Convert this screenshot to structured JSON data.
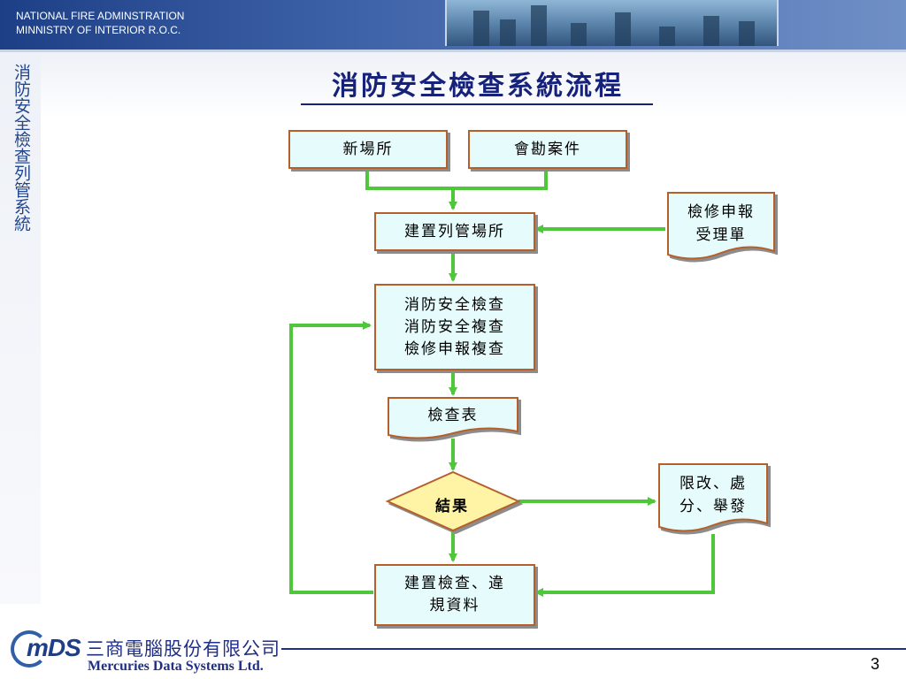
{
  "header": {
    "org_line1": "NATIONAL FIRE ADMINSTRATION",
    "org_line2": "MINNISTRY OF INTERIOR R.O.C."
  },
  "sidebar": {
    "label": "消防安全檢查列管系統"
  },
  "title": "消防安全檢查系統流程",
  "diagram": {
    "new_site": "新場所",
    "joint_inspection": "會勘案件",
    "establish_site": "建置列管場所",
    "repair_report": {
      "line1": "檢修申報",
      "line2": "受理單"
    },
    "inspection": {
      "line1": "消防安全檢查",
      "line2": "消防安全複查",
      "line3": "檢修申報複查"
    },
    "checklist": "檢查表",
    "result": "結果",
    "penalty": {
      "line1": "限改、處",
      "line2": "分、舉發"
    },
    "records": {
      "line1": "建置檢查、違",
      "line2": "規資料"
    }
  },
  "colors": {
    "arrow": "#4ec83a",
    "box_fill": "#e6fbfb",
    "box_border": "#b5602a",
    "diamond_fill": "#fff3a6",
    "title": "#15217a"
  },
  "footer": {
    "logo_text": "mDS",
    "company_cn": "三商電腦股份有限公司",
    "company_en": "Mercuries Data Systems Ltd.",
    "page_number": "3"
  }
}
